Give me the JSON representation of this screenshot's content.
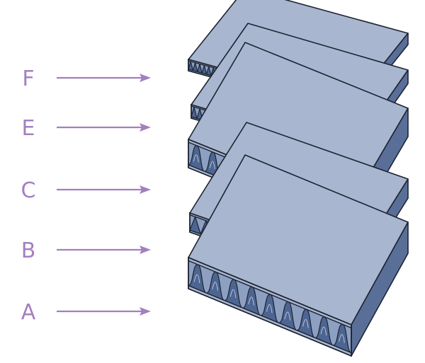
{
  "diagram": {
    "flute_types": [
      {
        "label": "F",
        "flutes": 36
      },
      {
        "label": "E",
        "flutes": 28
      },
      {
        "label": "C",
        "flutes": 10
      },
      {
        "label": "B",
        "flutes": 15
      },
      {
        "label": "A",
        "flutes": 9
      }
    ],
    "colors": {
      "label": "#a580c0",
      "arrow": "#a27fbf",
      "board_top": "#a9b6cf",
      "board_side": "#5a6f98",
      "flute": "#4d6591",
      "outline": "#1c2433"
    }
  }
}
